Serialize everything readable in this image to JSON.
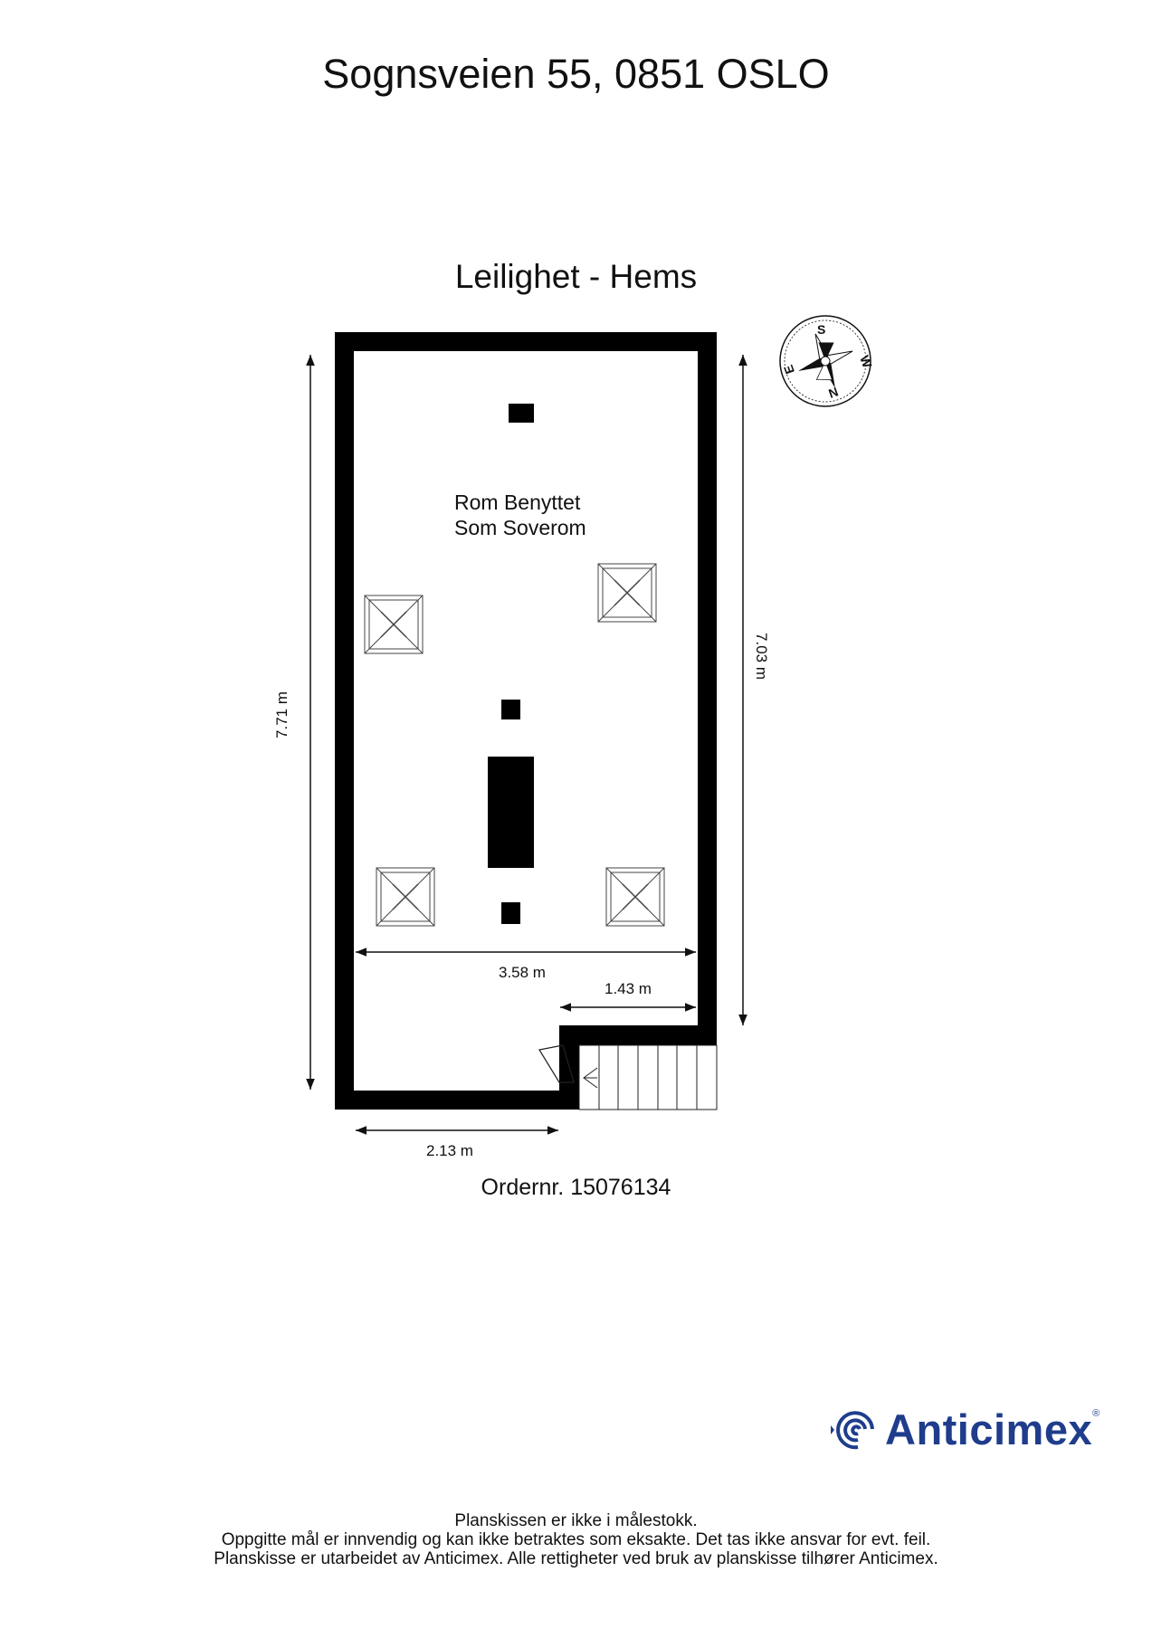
{
  "header": {
    "address": "Sognsveien 55, 0851 OSLO",
    "floor_title": "Leilighet  - Hems"
  },
  "plan": {
    "room": {
      "name_line1": "Rom Benyttet",
      "name_line2": "Som Soverom"
    },
    "dimensions": {
      "left_height": "7.71 m",
      "right_height": "7.03 m",
      "width": "3.58 m",
      "stair_width": "1.43 m",
      "bottom_width": "2.13 m"
    },
    "compass": {
      "n": "N",
      "s": "S",
      "e": "E",
      "w": "W"
    }
  },
  "order": "Ordernr. 15076134",
  "brand": {
    "name": "Anticimex",
    "registered": "®",
    "color": "#1f3d8c"
  },
  "disclaimer": {
    "line1": "Planskissen er ikke i målestokk.",
    "line2": "Oppgitte mål er innvendig og kan ikke betraktes som eksakte. Det tas ikke ansvar for evt. feil.",
    "line3": "Planskisse er utarbeidet av Anticimex. Alle rettigheter ved bruk av planskisse tilhører Anticimex."
  }
}
